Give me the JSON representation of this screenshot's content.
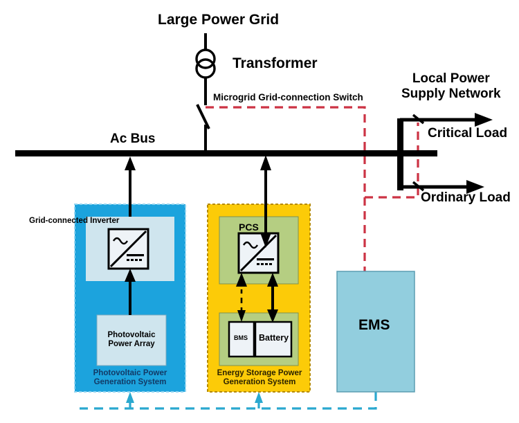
{
  "title": "Microgrid System Architecture Diagram",
  "colors": {
    "wire": "#000000",
    "control_red": "#cc3344",
    "control_blue": "#2aa8cf",
    "pv_box": "#1ca3dd",
    "pv_inner": "#cfe5ee",
    "storage_box": "#fccb08",
    "storage_inner": "#b5ce82",
    "ems_box": "#92cede",
    "device_fill": "#eef3f7",
    "pv_label_text": "#123a66",
    "storage_label_text": "#2b2200"
  },
  "labels": {
    "large_power_grid": "Large Power Grid",
    "transformer": "Transformer",
    "microgrid_switch": "Microgrid Grid-connection Switch",
    "local_power_supply_network": "Local Power\nSupply Network",
    "critical_load": "Critical Load",
    "ordinary_load": "Ordinary Load",
    "ac_bus": "Ac Bus",
    "grid_connected_inverter": "Grid-connected Inverter",
    "pcs": "PCS",
    "photovoltaic_power_array": "Photovoltaic\nPower Array",
    "bms": "BMS",
    "battery": "Battery",
    "ems": "EMS",
    "pv_system": "Photovoltaic Power\nGeneration System",
    "storage_system": "Energy Storage Power\nGeneration System"
  },
  "icons": {
    "transformer": "transformer-two-circle-icon",
    "switch": "open-blade-switch-icon",
    "inverter": "dc-ac-inverter-icon",
    "pcs": "dc-ac-inverter-icon",
    "arrow_up": "arrow-up-icon",
    "arrow_down": "arrow-down-icon",
    "arrow_right": "arrow-right-icon",
    "bidirectional": "double-headed-arrow-icon"
  },
  "connections": {
    "grid_to_bus": "Large Power Grid → Transformer → Microgrid Grid-connection Switch → Ac Bus",
    "pv_to_bus": "Photovoltaic Power Array → Grid-connected Inverter → Ac Bus",
    "storage_to_bus": "Battery ↔ PCS ↔ Ac Bus",
    "bus_to_loads": "Ac Bus → Local Power Supply Network → Critical Load / Ordinary Load",
    "ems_control_red": "EMS → Microgrid Grid-connection Switch and load breakers (red dashed)",
    "ems_control_blue": "EMS → Photovoltaic and Energy Storage systems (blue dashed)"
  }
}
